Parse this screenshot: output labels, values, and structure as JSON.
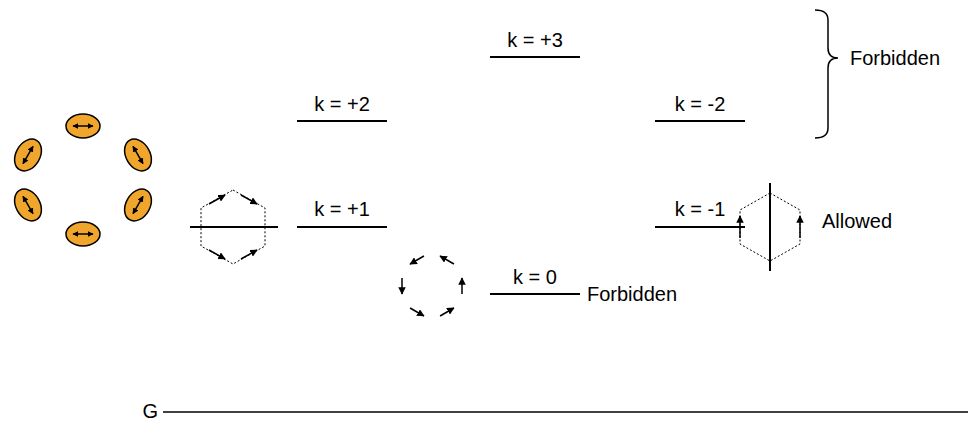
{
  "diagram": {
    "labels": [
      "k = +3",
      "k = +2",
      "k = -2",
      "Forbidden",
      "k = +1",
      "k = -1",
      "Allowed",
      "k = 0",
      "Forbidden",
      "G"
    ]
  }
}
